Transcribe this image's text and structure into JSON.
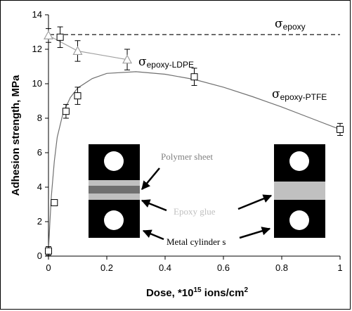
{
  "chart_data": {
    "type": "scatter",
    "title": "",
    "xlabel_prefix": "Dose, *10",
    "xlabel_exp": "15",
    "xlabel_mid": " ions/cm",
    "xlabel_exp2": "2",
    "ylabel": "Adhesion strength, MPa",
    "xlim": [
      0,
      1
    ],
    "ylim": [
      0,
      14
    ],
    "x_ticks": [
      "0",
      "0.2",
      "0.4",
      "0.6",
      "0.8",
      "1"
    ],
    "y_ticks": [
      "0",
      "2",
      "4",
      "6",
      "8",
      "10",
      "12",
      "14"
    ],
    "grid": false,
    "series": [
      {
        "name": "epoxy",
        "label_main": "σ",
        "label_sub": "epoxy",
        "style": "dashed-line",
        "color": "#000000",
        "value": 12.85
      },
      {
        "name": "epoxy-LDPE",
        "label_main": "σ",
        "label_sub": "epoxy-LDPE",
        "marker": "triangle",
        "color": "#a0a0a0",
        "points": [
          {
            "x": 0,
            "y": 12.8,
            "err": 0.4
          },
          {
            "x": 0.1,
            "y": 11.9,
            "err": 0.6
          },
          {
            "x": 0.27,
            "y": 11.4,
            "err": 0.6
          }
        ]
      },
      {
        "name": "epoxy-PTFE",
        "label_main": "σ",
        "label_sub": "epoxy-PTFE",
        "marker": "square",
        "color": "#000000",
        "points": [
          {
            "x": 0,
            "y": 0.3,
            "err": 0.25
          },
          {
            "x": 0.02,
            "y": 3.1,
            "err": 0.15
          },
          {
            "x": 0.06,
            "y": 8.4,
            "err": 0.4
          },
          {
            "x": 0.1,
            "y": 9.3,
            "err": 0.5
          },
          {
            "x": 0.5,
            "y": 10.4,
            "err": 0.5
          },
          {
            "x": 1,
            "y": 7.35,
            "err": 0.35
          }
        ],
        "points_top": [
          {
            "x": 0.04,
            "y": 12.7,
            "err": 0.6
          }
        ],
        "fit_curve": [
          [
            0,
            0.3
          ],
          [
            0.005,
            2.0
          ],
          [
            0.01,
            3.5
          ],
          [
            0.02,
            5.5
          ],
          [
            0.03,
            6.9
          ],
          [
            0.05,
            8.3
          ],
          [
            0.075,
            9.2
          ],
          [
            0.1,
            9.75
          ],
          [
            0.15,
            10.3
          ],
          [
            0.2,
            10.6
          ],
          [
            0.3,
            10.7
          ],
          [
            0.4,
            10.55
          ],
          [
            0.5,
            10.25
          ],
          [
            0.6,
            9.8
          ],
          [
            0.7,
            9.25
          ],
          [
            0.8,
            8.65
          ],
          [
            0.9,
            8.0
          ],
          [
            1.0,
            7.35
          ]
        ]
      }
    ],
    "inset": {
      "polymer_sheet": "Polymer  sheet",
      "epoxy_glue": "Epoxy glue",
      "metal_cylinders": "Metal cylinder s"
    }
  }
}
